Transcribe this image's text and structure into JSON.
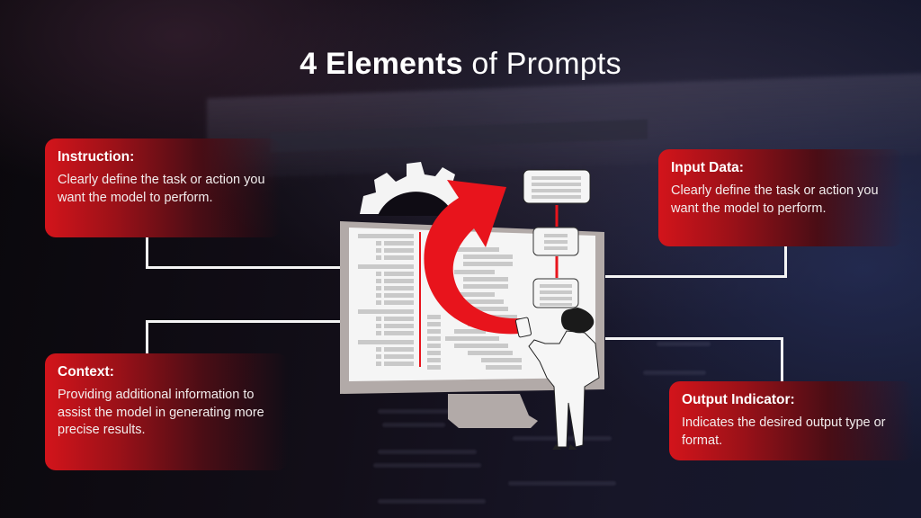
{
  "title": {
    "bold": "4 Elements",
    "light": " of Prompts"
  },
  "elements": {
    "instruction": {
      "heading": "Instruction:",
      "body": "Clearly define the task or action you want the model to perform."
    },
    "input_data": {
      "heading": "Input Data:",
      "body": "Clearly define the task or action you want the model to perform."
    },
    "context": {
      "heading": "Context:",
      "body": "Providing additional information to assist the model in generating more precise results."
    },
    "output_indicator": {
      "heading": "Output Indicator:",
      "body": "Indicates the desired output type or format."
    }
  },
  "illustration": {
    "icons": [
      "gear-icon",
      "monitor-icon",
      "curved-arrow-icon",
      "flowchart-icon",
      "person-with-tablet-icon"
    ]
  },
  "colors": {
    "accent_red": "#e8141c",
    "card_gradient_start": "#d3141b",
    "monitor_bezel": "#b2aaa8",
    "line_white": "#f4f4f4",
    "placeholder_gray": "#c9c9c9"
  }
}
